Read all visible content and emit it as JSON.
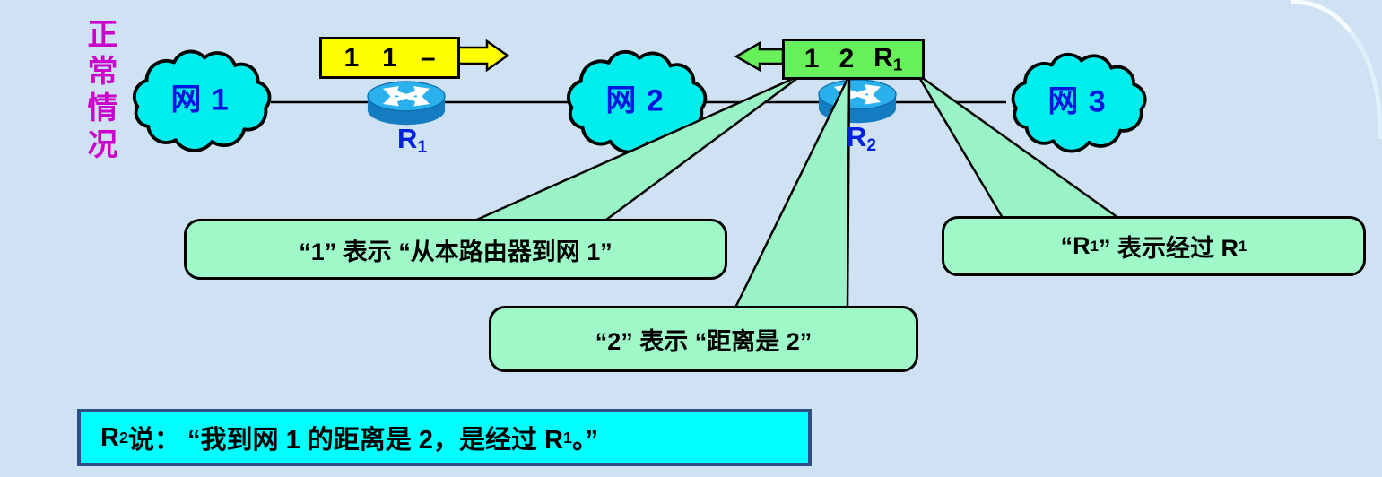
{
  "colors": {
    "background": "#cfe2f4",
    "cloud_fill": "#00eded",
    "cloud_text": "#0016e0",
    "situation_text": "#cc00cc",
    "yellow_box": "#ffff00",
    "green_box": "#66f05a",
    "callout_fill": "#9ef8c8",
    "beam_fill": "#9af3c6",
    "statement_fill": "#00ffff",
    "statement_border": "#2d4f86",
    "router_top": "#2ab0ec",
    "router_body": "#147cc0"
  },
  "situation_label": "正常情况",
  "networks": {
    "net1": "网 1",
    "net2": "网 2",
    "net3": "网 3"
  },
  "router_labels": {
    "r1": [
      {
        "t": "R"
      },
      {
        "s": "1"
      }
    ],
    "r2": [
      {
        "t": "R"
      },
      {
        "s": "2"
      }
    ]
  },
  "yellow_table": {
    "cells": [
      "1",
      "1",
      "–"
    ]
  },
  "green_table": {
    "cell1": [
      {
        "t": "1"
      }
    ],
    "cell2": [
      {
        "t": "2"
      }
    ],
    "cell3": [
      {
        "t": "R"
      },
      {
        "s": "1"
      }
    ]
  },
  "callouts": {
    "callout1": [
      {
        "t": "“1” 表示 “从本路由器到网 1”"
      }
    ],
    "callout2": [
      {
        "t": "“2” 表示 “距离是 2”"
      }
    ],
    "callout3": [
      {
        "t": "“R"
      },
      {
        "s": "1"
      },
      {
        "t": "” 表示经过 R"
      },
      {
        "s": "1"
      }
    ]
  },
  "statement": [
    {
      "t": "R"
    },
    {
      "s": "2"
    },
    {
      "t": " 说：  “我到网 1 的距离是 2，是经过 R"
    },
    {
      "s": "1"
    },
    {
      "t": "。”"
    }
  ]
}
